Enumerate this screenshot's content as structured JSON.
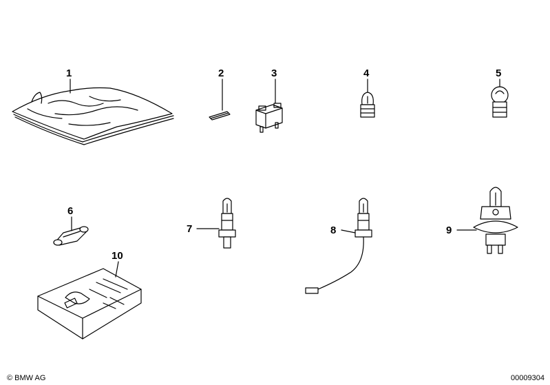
{
  "parts": [
    {
      "id": "1",
      "label": "1"
    },
    {
      "id": "2",
      "label": "2"
    },
    {
      "id": "3",
      "label": "3"
    },
    {
      "id": "4",
      "label": "4"
    },
    {
      "id": "5",
      "label": "5"
    },
    {
      "id": "6",
      "label": "6"
    },
    {
      "id": "7",
      "label": "7"
    },
    {
      "id": "8",
      "label": "8"
    },
    {
      "id": "9",
      "label": "9"
    },
    {
      "id": "10",
      "label": "10"
    }
  ],
  "footer": {
    "copyright": "© BMW AG",
    "reference": "00009304"
  }
}
